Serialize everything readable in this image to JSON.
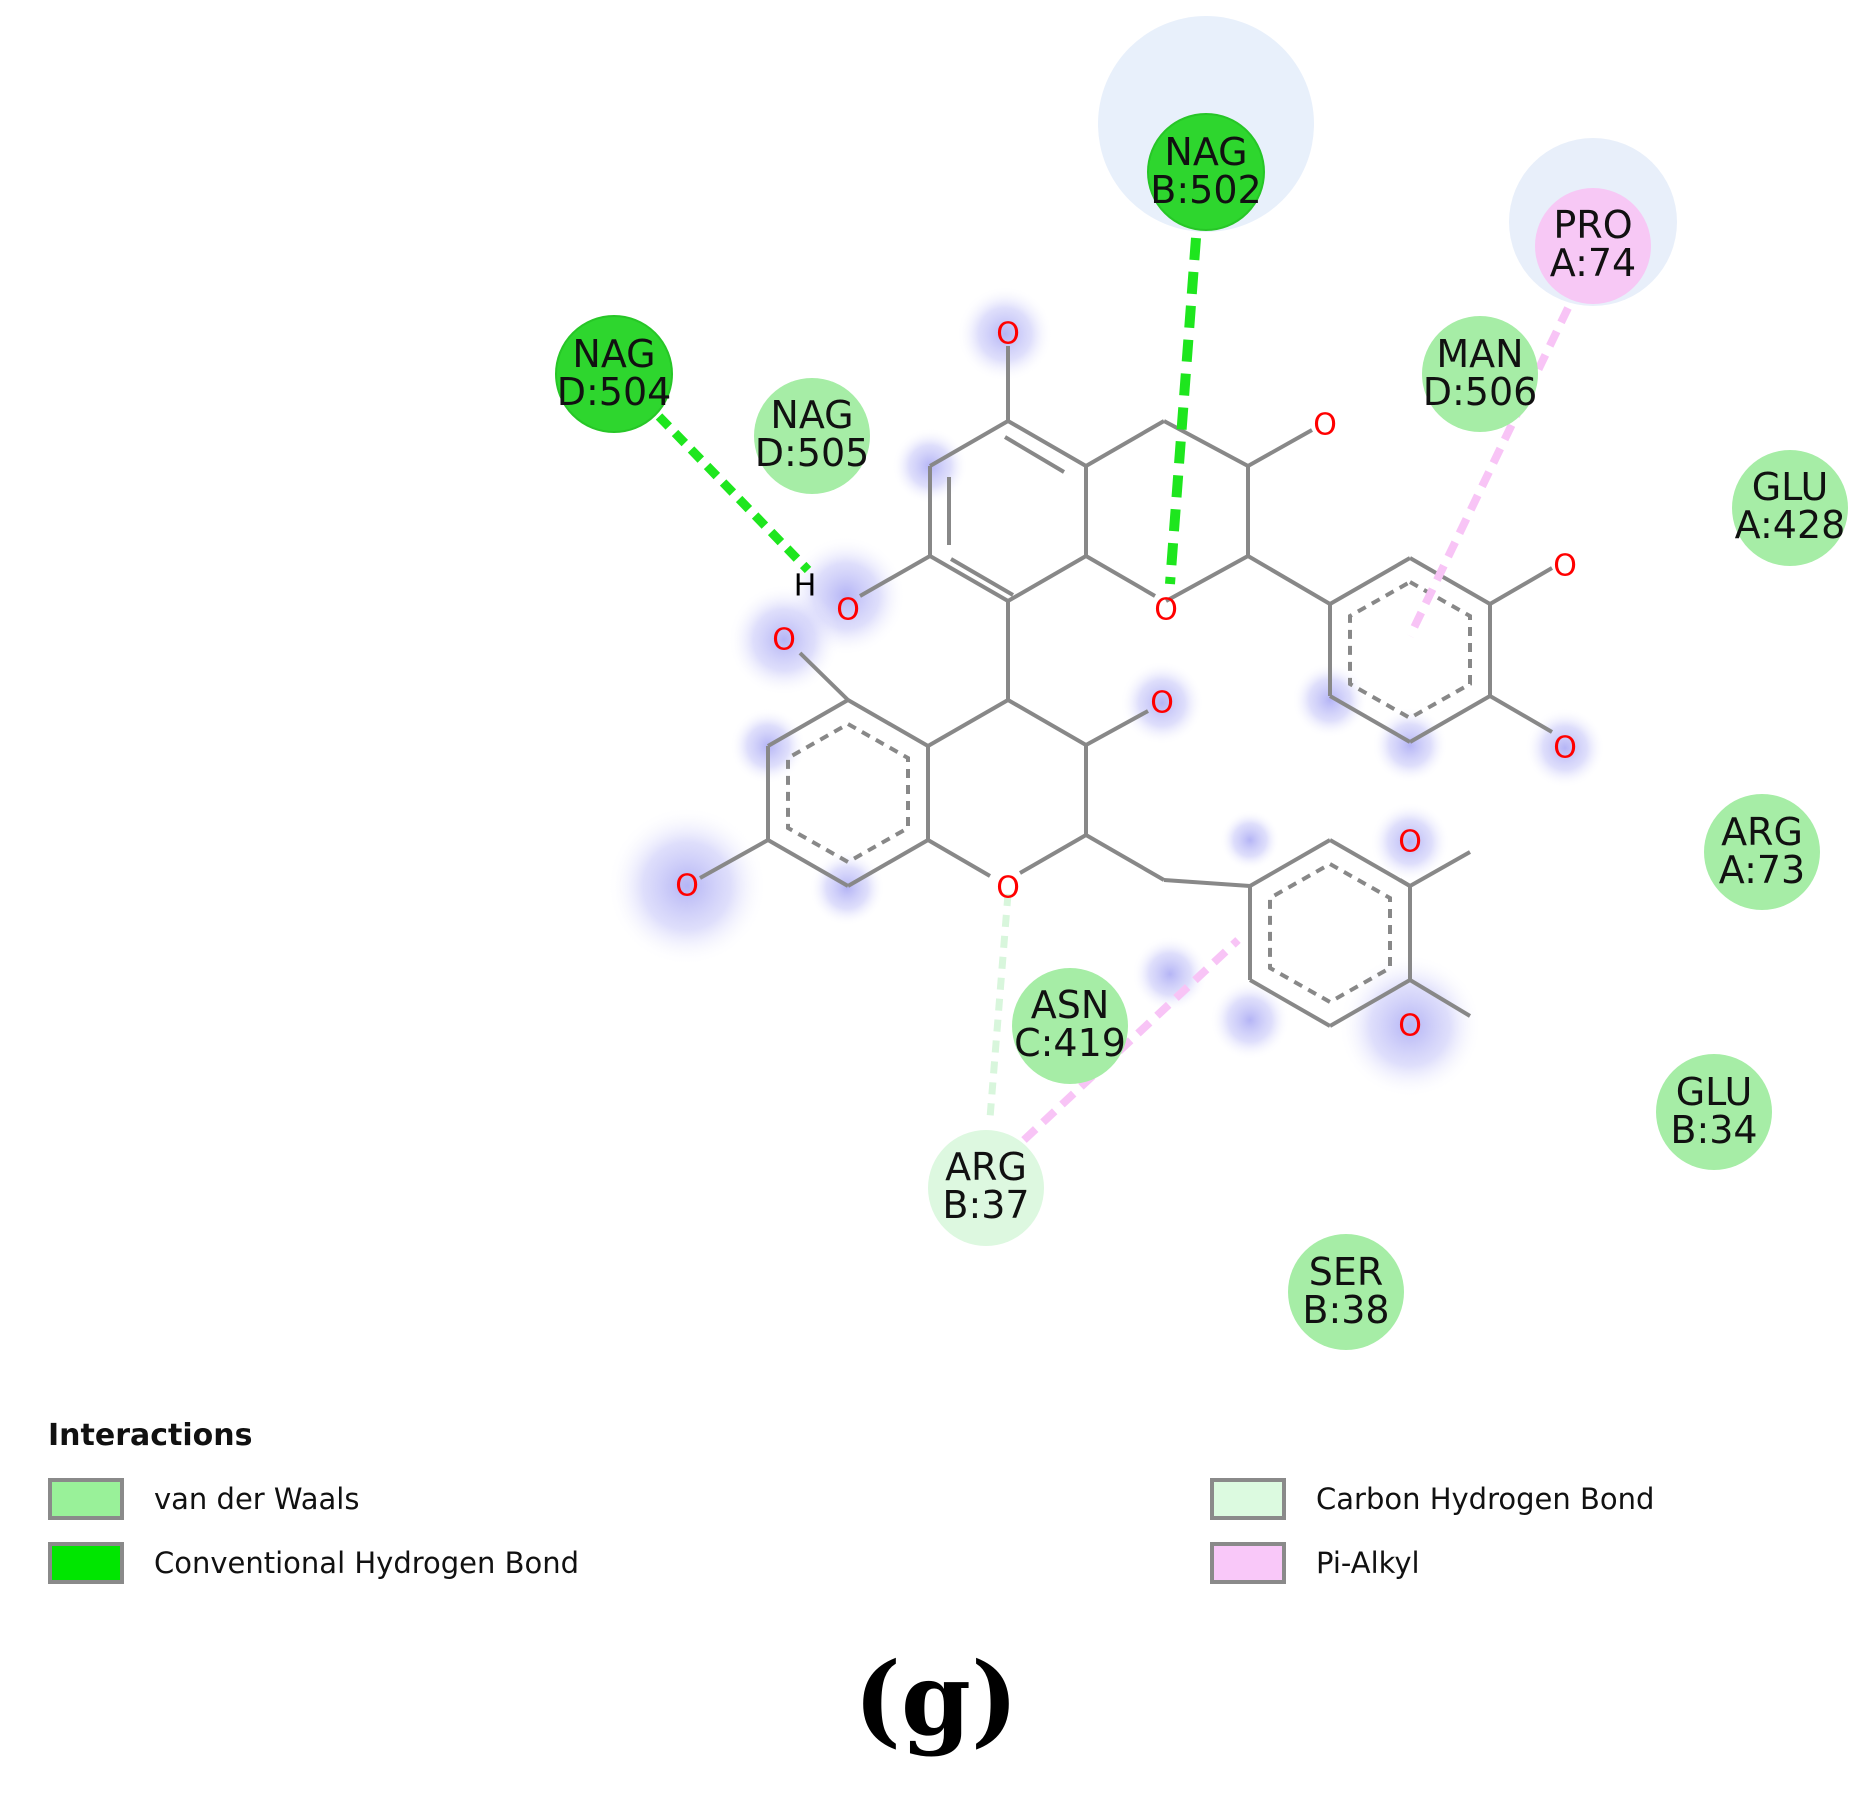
{
  "residues": [
    {
      "id": "nag-b502",
      "name": "NAG",
      "chain": "B:502",
      "type": "conventional_hydrogen_bond"
    },
    {
      "id": "pro-a74",
      "name": "PRO",
      "chain": "A:74",
      "type": "pi_alkyl"
    },
    {
      "id": "nag-d504",
      "name": "NAG",
      "chain": "D:504",
      "type": "conventional_hydrogen_bond"
    },
    {
      "id": "nag-d505",
      "name": "NAG",
      "chain": "D:505",
      "type": "van_der_waals"
    },
    {
      "id": "man-d506",
      "name": "MAN",
      "chain": "D:506",
      "type": "van_der_waals"
    },
    {
      "id": "glu-a428",
      "name": "GLU",
      "chain": "A:428",
      "type": "van_der_waals"
    },
    {
      "id": "arg-a73",
      "name": "ARG",
      "chain": "A:73",
      "type": "van_der_waals"
    },
    {
      "id": "asn-c419",
      "name": "ASN",
      "chain": "C:419",
      "type": "van_der_waals"
    },
    {
      "id": "glu-b34",
      "name": "GLU",
      "chain": "B:34",
      "type": "van_der_waals"
    },
    {
      "id": "arg-b37",
      "name": "ARG",
      "chain": "B:37",
      "type": "carbon_hydrogen_bond"
    },
    {
      "id": "ser-b38",
      "name": "SER",
      "chain": "B:38",
      "type": "van_der_waals"
    }
  ],
  "atom_labels": {
    "oxygen": "O",
    "hydrogen": "H"
  },
  "legend": {
    "title": "Interactions",
    "items": [
      {
        "label": "van der Waals",
        "color": "#99f199"
      },
      {
        "label": "Conventional Hydrogen Bond",
        "color": "#00e600"
      },
      {
        "label": "Carbon Hydrogen Bond",
        "color": "#dcfae0"
      },
      {
        "label": "Pi-Alkyl",
        "color": "#f9c8f9"
      }
    ]
  },
  "colors": {
    "van_der_waals": "#a6eda6",
    "conventional_hydrogen_bond": "#2ed62e",
    "carbon_hydrogen_bond": "#ddf8e0",
    "pi_alkyl": "#f7c8f5",
    "bond": "#888888",
    "oxygen": "#ff0000"
  },
  "caption": "(g)"
}
